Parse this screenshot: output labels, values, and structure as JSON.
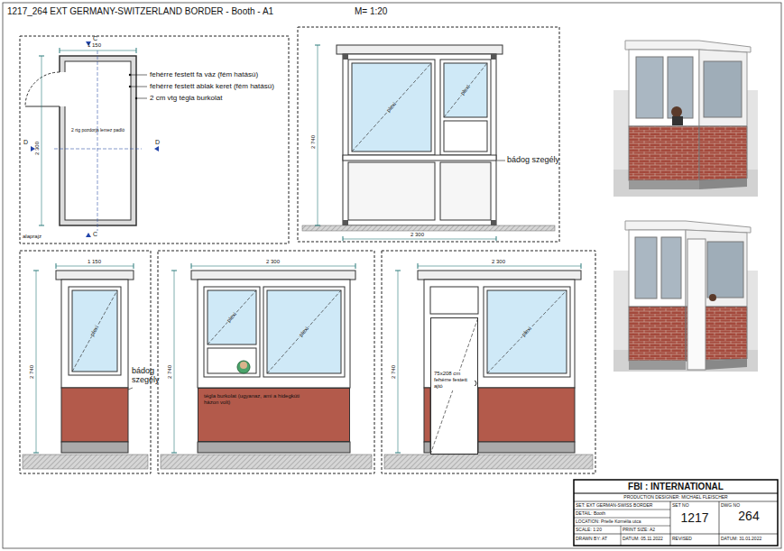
{
  "diagram": {
    "title": "1217_264 EXT GERMANY-SWITZERLAND BORDER - Booth - A1",
    "nodes": [
      {
        "text": [
          "2 rtg pozdorja lemez padló"
        ]
      },
      {
        "text": [
          "tégla burkolat (ugyanaz, ami a hidegkúti házon volt)"
        ]
      },
      {
        "text": [
          "75x208 cm fehérre festett ajtó"
        ]
      }
    ],
    "labels": [
      "M=  1:20",
      "fehérre festett fa váz (fém hatású)",
      "fehérre festett ablak keret (fém hatású)",
      "2 cm vtg tégla burkolat",
      "alaprajz",
      "1 150",
      "2 300",
      "C",
      "C",
      "D",
      "D",
      "plexi",
      "plexi",
      "bádog szegély",
      "2 300",
      "2 740",
      "1 150",
      "2 740",
      "plexi",
      "bádog szegély",
      "2 300",
      "2 740",
      "plexi",
      "plexi",
      "2 300",
      "2 740",
      "plexi",
      "FBI : INTERNATIONAL",
      "PRODUCTION DESIGNER: MICHAEL FLEISCHER",
      "SET: EXT GERMAN-SWISS BORDER",
      "DETAIL: Booth",
      "LOCATION: Prielle Kornélia utca",
      "SCALE: 1:20",
      "PRINT SIZE: A2",
      "DRAWN BY: AT",
      "DATUM: 05.11.2022",
      "SET NO",
      "1217",
      "DWG NO",
      "264",
      "REVISED",
      "DATUM: 31.01.2022"
    ]
  }
}
